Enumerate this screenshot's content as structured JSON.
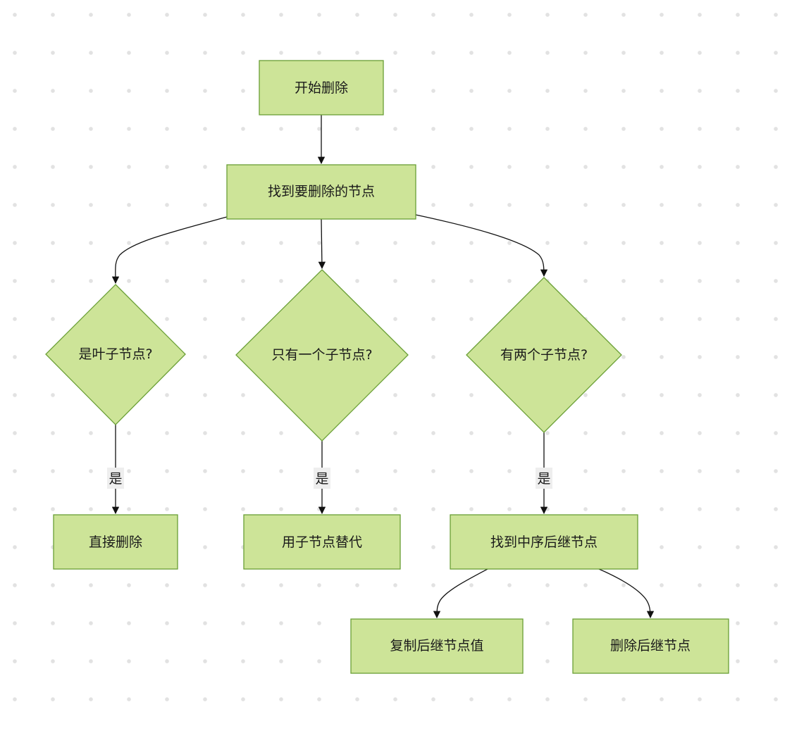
{
  "diagram": {
    "colors": {
      "node_fill": "#cde498",
      "node_stroke": "#6a9f36",
      "edge": "#111111",
      "label_bg": "#eeeeee"
    },
    "nodes": {
      "start": "开始删除",
      "find": "找到要删除的节点",
      "is_leaf": "是叶子节点?",
      "one_child": "只有一个子节点?",
      "two_children": "有两个子节点?",
      "delete_direct": "直接删除",
      "replace_child": "用子节点替代",
      "find_successor": "找到中序后继节点",
      "copy_value": "复制后继节点值",
      "delete_successor": "删除后继节点"
    },
    "edges": [
      {
        "from": "start",
        "to": "find",
        "label": ""
      },
      {
        "from": "find",
        "to": "is_leaf",
        "label": ""
      },
      {
        "from": "find",
        "to": "one_child",
        "label": ""
      },
      {
        "from": "find",
        "to": "two_children",
        "label": ""
      },
      {
        "from": "is_leaf",
        "to": "delete_direct",
        "label": "是"
      },
      {
        "from": "one_child",
        "to": "replace_child",
        "label": "是"
      },
      {
        "from": "two_children",
        "to": "find_successor",
        "label": "是"
      },
      {
        "from": "find_successor",
        "to": "copy_value",
        "label": ""
      },
      {
        "from": "find_successor",
        "to": "delete_successor",
        "label": ""
      }
    ]
  }
}
